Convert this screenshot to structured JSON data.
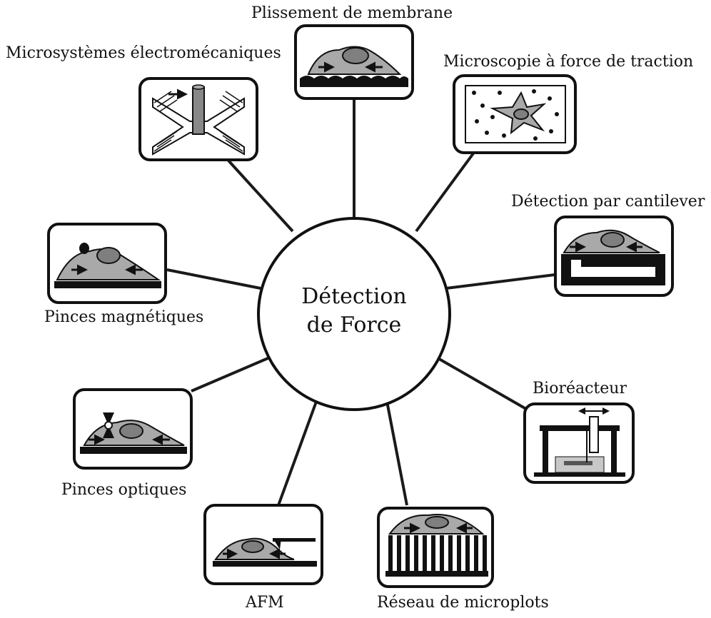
{
  "center": {
    "line1": "Détection",
    "line2": "de Force"
  },
  "techniques": [
    {
      "id": "membrane-wrinkling",
      "label": "Plissement de membrane",
      "icon": "membrane-wrinkling-icon"
    },
    {
      "id": "traction-force-microscopy",
      "label": "Microscopie à force de traction",
      "icon": "traction-force-microscopy-icon"
    },
    {
      "id": "cantilever-sensing",
      "label": "Détection par cantilever",
      "icon": "cantilever-icon"
    },
    {
      "id": "bioreactor",
      "label": "Bioréacteur",
      "icon": "bioreactor-icon"
    },
    {
      "id": "micropillar-array",
      "label": "Réseau de microplots",
      "icon": "micropillar-array-icon"
    },
    {
      "id": "afm",
      "label": "AFM",
      "icon": "afm-icon"
    },
    {
      "id": "optical-tweezers",
      "label": "Pinces optiques",
      "icon": "optical-tweezers-icon"
    },
    {
      "id": "magnetic-tweezers",
      "label": "Pinces magnétiques",
      "icon": "magnetic-tweezers-icon"
    },
    {
      "id": "mems",
      "label": "Microsystèmes électromécaniques",
      "icon": "mems-icon"
    }
  ]
}
